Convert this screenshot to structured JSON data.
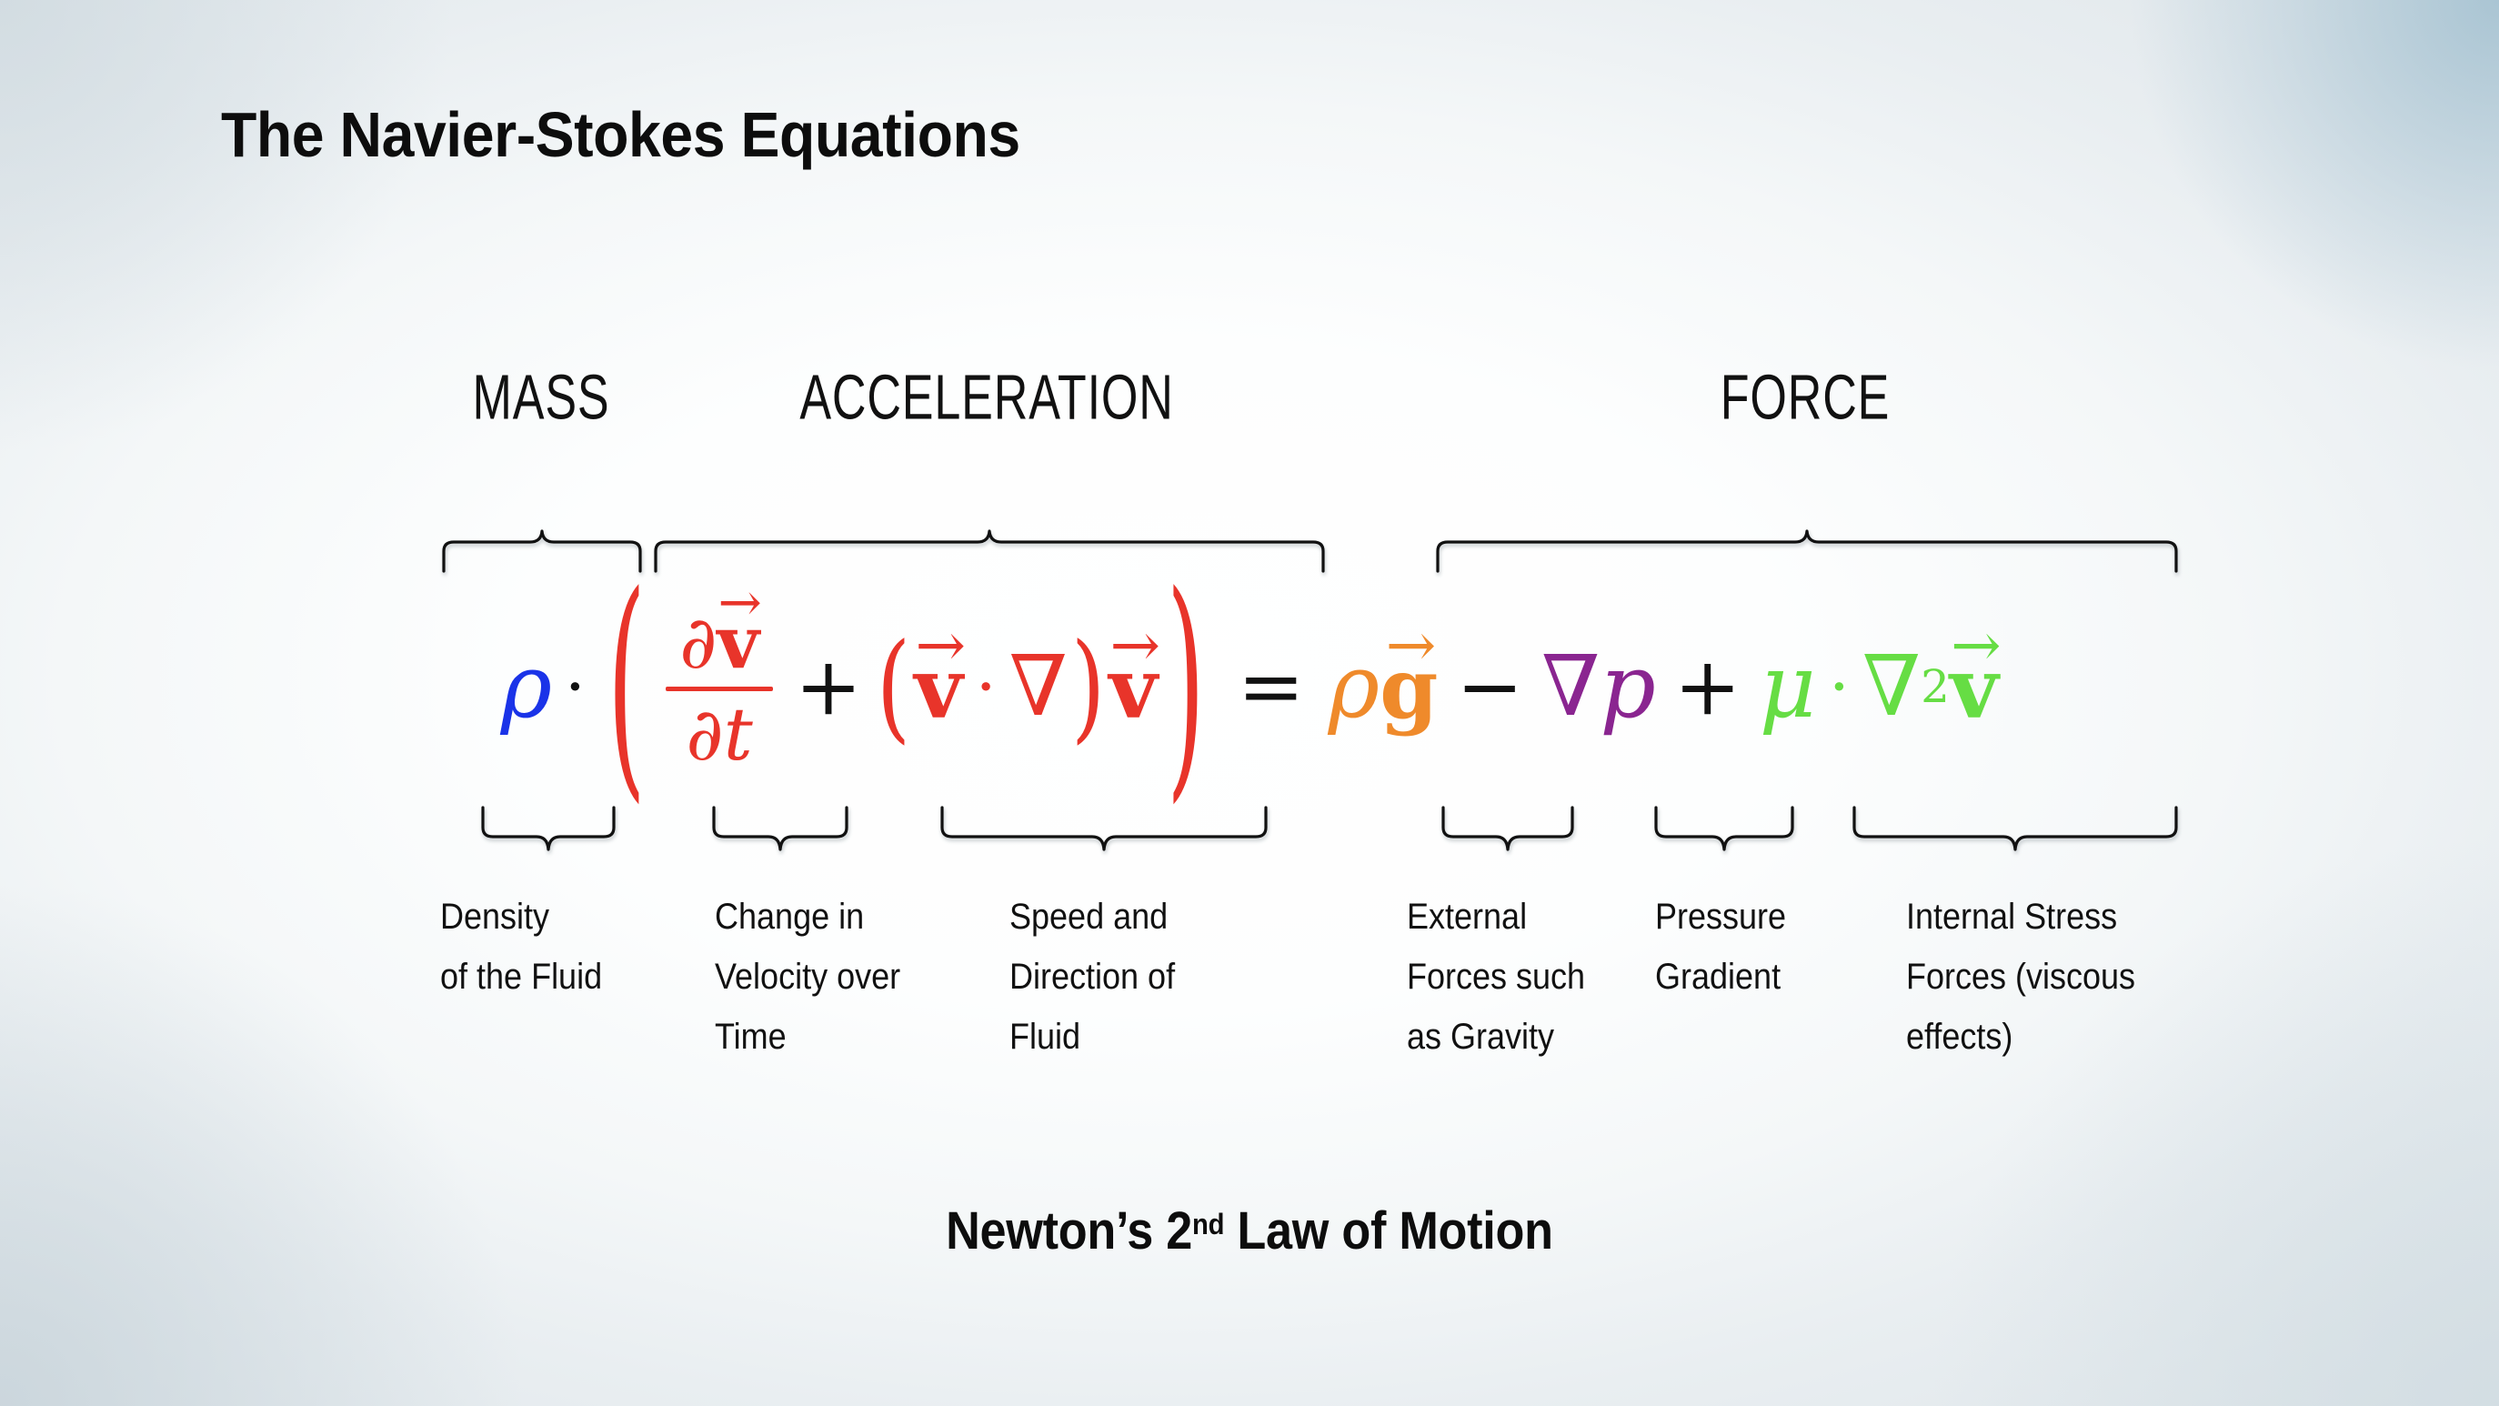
{
  "slide": {
    "title": "The Navier-Stokes Equations",
    "footer_prefix": "Newton’s 2",
    "footer_sup": "nd",
    "footer_suffix": " Law of Motion",
    "background_colors": {
      "center": "#ffffff",
      "top_right": "#bfd1db",
      "bottom_left": "#ced5d9",
      "top_left": "#dfe6ea",
      "bottom_right": "#dde5e9"
    }
  },
  "group_labels": [
    {
      "id": "mass",
      "text": "MASS"
    },
    {
      "id": "acceleration",
      "text": "ACCELERATION"
    },
    {
      "id": "force",
      "text": "FORCE"
    }
  ],
  "equation": {
    "latex": "\\rho \\cdot \\left( \\frac{\\partial \\vec{v}}{\\partial t} + (\\vec{v} \\cdot \\nabla)\\vec{v} \\right) = \\rho\\vec{g} - \\nabla p + \\mu \\cdot \\nabla^2 \\vec{v}",
    "terms": {
      "rho": "ρ",
      "dot": "·",
      "paren_open": "(",
      "paren_close": ")",
      "partial": "∂",
      "v": "v",
      "t": "t",
      "plus": "+",
      "minus": "−",
      "equals": "=",
      "nabla": "∇",
      "p": "p",
      "mu": "μ",
      "g": "g",
      "arrow": "→",
      "squared": "2"
    },
    "colors": {
      "density": "#1a33e8",
      "acceleration": "#e8342a",
      "gravity": "#ef8a2b",
      "pressure": "#8a2590",
      "viscous": "#66dd44",
      "operator": "#111111"
    }
  },
  "captions": [
    {
      "id": "density",
      "lines": [
        "Density",
        "of the Fluid"
      ]
    },
    {
      "id": "change-velocity",
      "lines": [
        "Change in",
        "Velocity over",
        "Time"
      ]
    },
    {
      "id": "speed-direction",
      "lines": [
        "Speed and",
        "Direction of",
        "Fluid"
      ]
    },
    {
      "id": "external-forces",
      "lines": [
        "External",
        "Forces such",
        "as Gravity"
      ]
    },
    {
      "id": "pressure-gradient",
      "lines": [
        "Pressure",
        "Gradient"
      ]
    },
    {
      "id": "internal-stress",
      "lines": [
        "Internal Stress",
        "Forces (viscous",
        "effects)"
      ]
    }
  ]
}
